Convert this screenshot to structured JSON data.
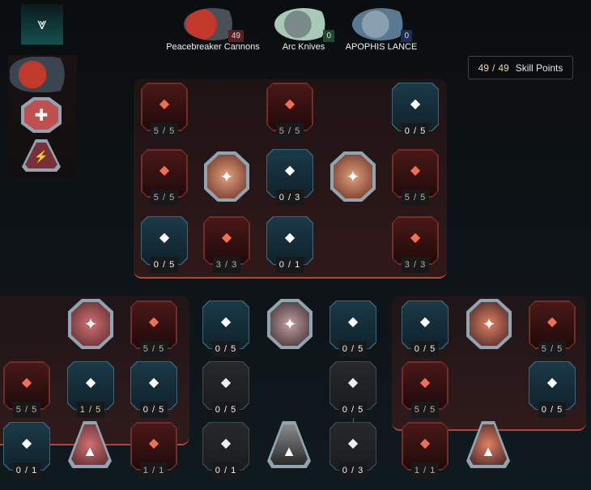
{
  "header": {
    "logo_icon": "chevron-emblem-icon",
    "weapons": [
      {
        "name": "Peacebreaker Cannons",
        "points": "49",
        "color": "#5a1e1e"
      },
      {
        "name": "Arc Knives",
        "points": "0",
        "color": "#1e4a34"
      },
      {
        "name": "APOPHIS LANCE",
        "points": "0",
        "color": "#1a2f55"
      }
    ],
    "skill_points": {
      "spent": "49",
      "sep": "/",
      "total": "49",
      "label": "Skill Points"
    }
  },
  "colors": {
    "maxed": "#f07050",
    "available": "#ffffff",
    "accent": "#b0473a"
  },
  "trees": [
    {
      "name": "top-tree",
      "nodes": [
        {
          "shape": "tile",
          "state": "red",
          "count": "5 / 5",
          "icon": "pistol-icon"
        },
        {
          "shape": "tile",
          "state": "red",
          "count": "5 / 5",
          "icon": "bullets-icon"
        },
        {
          "shape": "tile",
          "state": "blue",
          "count": "0 / 5",
          "icon": "ammo-shield-icon"
        },
        {
          "shape": "tile",
          "state": "red",
          "count": "5 / 5",
          "icon": "impact-icon"
        },
        {
          "shape": "octagon",
          "icon": "strike-emblem-icon"
        },
        {
          "shape": "tile",
          "state": "blue",
          "count": "0 / 3",
          "icon": "shield-icon"
        },
        {
          "shape": "octagon",
          "icon": "medkit-icon"
        },
        {
          "shape": "tile",
          "state": "red",
          "count": "5 / 5",
          "icon": "skull-icon"
        },
        {
          "shape": "tile",
          "state": "blue",
          "count": "0 / 5",
          "icon": "wing-emblem-icon"
        },
        {
          "shape": "tile",
          "state": "red",
          "count": "3 / 3",
          "icon": "flame-icon"
        },
        {
          "shape": "tile",
          "state": "blue",
          "count": "0 / 1",
          "icon": "armor-icon"
        },
        {
          "shape": "tile",
          "state": "red",
          "count": "3 / 3",
          "icon": "star-badge-icon"
        }
      ]
    },
    {
      "name": "left-tree",
      "nodes": [
        {
          "shape": "octagon",
          "icon": "explosion-icon"
        },
        {
          "shape": "tile",
          "state": "red",
          "count": "5 / 5",
          "icon": "cannon-icon"
        },
        {
          "shape": "tile",
          "state": "red",
          "count": "5 / 5",
          "icon": "cannon-fire-icon"
        },
        {
          "shape": "tile",
          "state": "blue",
          "count": "1 / 5",
          "icon": "cannon-reload-icon"
        },
        {
          "shape": "tile",
          "state": "blue",
          "count": "0 / 5",
          "icon": "dodge-icon"
        },
        {
          "shape": "tile",
          "state": "blue",
          "count": "0 / 1",
          "icon": "claw-icon"
        },
        {
          "shape": "triangle",
          "icon": "shock-icon"
        },
        {
          "shape": "tile",
          "state": "red",
          "count": "1 / 1",
          "icon": "cannon-shock-icon"
        }
      ]
    },
    {
      "name": "middle-tree",
      "nodes": [
        {
          "shape": "tile",
          "state": "blue",
          "count": "0 / 5",
          "icon": "grenade-icon"
        },
        {
          "shape": "octagon",
          "icon": "fist-icon"
        },
        {
          "shape": "tile",
          "state": "blue",
          "count": "0 / 5",
          "icon": "toxic-ammo-icon"
        },
        {
          "shape": "tile",
          "state": "gray",
          "count": "0 / 5",
          "icon": "zigzag-icon"
        },
        {
          "shape": "tile",
          "state": "gray",
          "count": "0 / 5",
          "icon": "crosshair-icon"
        },
        {
          "shape": "tile",
          "state": "gray",
          "count": "0 / 1",
          "icon": "cannon-gear-icon"
        },
        {
          "shape": "triangle",
          "icon": "titan-icon"
        },
        {
          "shape": "tile",
          "state": "gray",
          "count": "0 / 3",
          "icon": "burn-icon"
        }
      ]
    },
    {
      "name": "right-tree",
      "nodes": [
        {
          "shape": "tile",
          "state": "blue",
          "count": "0 / 5",
          "icon": "crown-emblem-icon"
        },
        {
          "shape": "octagon",
          "icon": "claw-slash-icon"
        },
        {
          "shape": "tile",
          "state": "red",
          "count": "5 / 5",
          "icon": "wings-icon"
        },
        {
          "shape": "tile",
          "state": "red",
          "count": "5 / 5",
          "icon": "book-icon"
        },
        {
          "shape": "tile",
          "state": "blue",
          "count": "0 / 5",
          "icon": "cycle-icon"
        },
        {
          "shape": "tile",
          "state": "red",
          "count": "1 / 1",
          "icon": "demon-icon"
        },
        {
          "shape": "triangle",
          "icon": "spire-icon"
        }
      ]
    }
  ]
}
